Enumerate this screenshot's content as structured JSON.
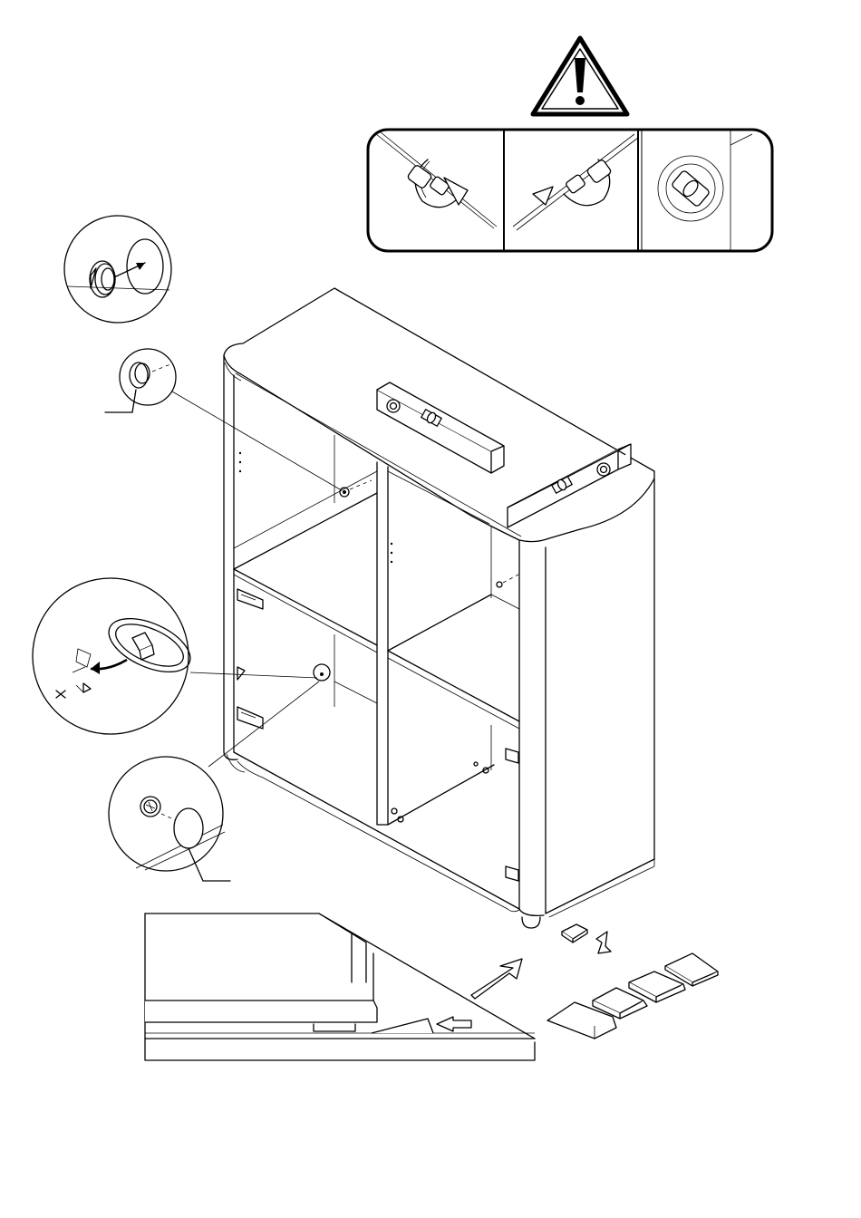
{
  "diagram": {
    "kind": "assembly-instruction",
    "step_callouts": {
      "leveling_panels": [
        "left-tilt",
        "right-tilt",
        "level-ok"
      ],
      "details": [
        "cam-fitting",
        "cover-cap",
        "cam-lock-rotate",
        "screw-cap"
      ]
    },
    "icons": {
      "warning": "warning-triangle-icon",
      "spirit_level": "spirit-level-icon",
      "wedge_shims": "shim-wedge-icon",
      "push_arrow": "arrow-icon"
    },
    "labels": {
      "lock_symbol": "X"
    },
    "colors": {
      "line": "#000000",
      "background": "#ffffff"
    }
  }
}
